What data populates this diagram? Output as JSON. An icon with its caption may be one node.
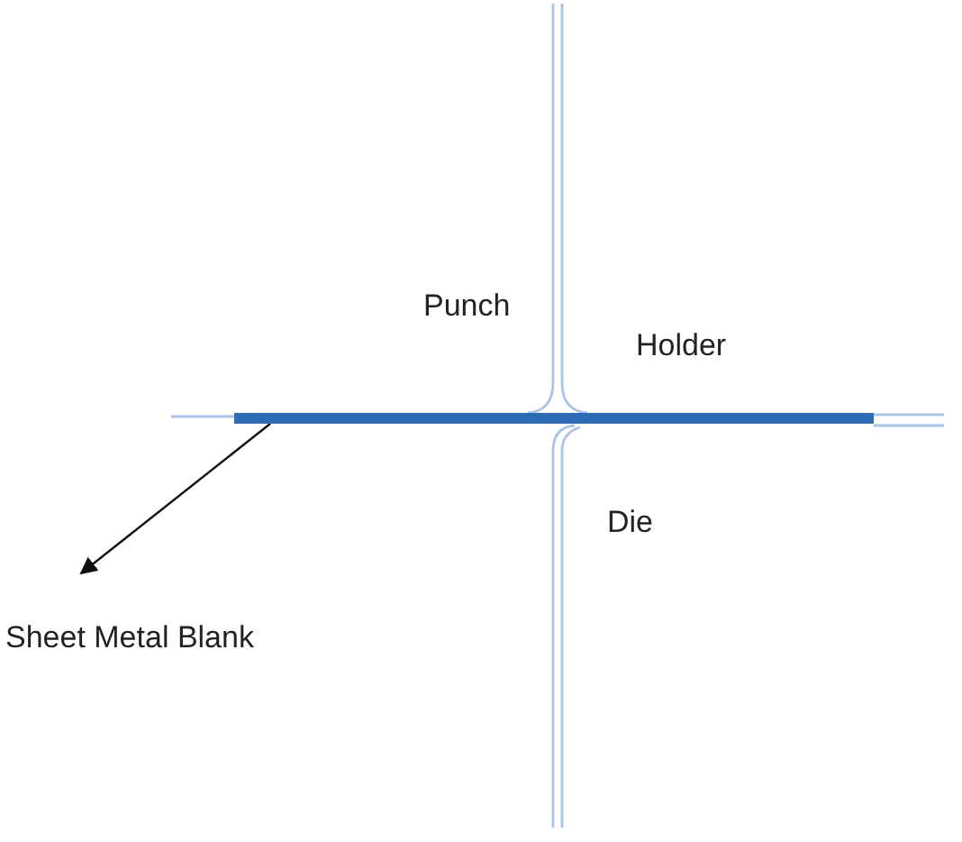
{
  "diagram": {
    "nodes": [
      {
        "text": [],
        "shape": "bar"
      },
      {
        "text": [
          "Sheet Metal Blank"
        ]
      }
    ],
    "edges": [
      {
        "from": 0,
        "to": 1,
        "arrow": "to"
      }
    ],
    "labels": [
      "Punch",
      "Holder",
      "Die"
    ]
  }
}
